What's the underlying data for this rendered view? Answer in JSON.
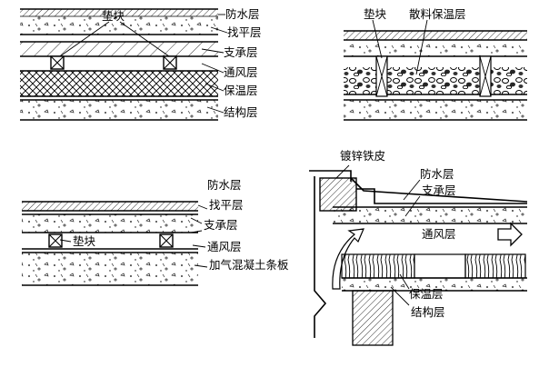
{
  "panel_a": {
    "pad": "垫块",
    "waterproof": "防水层",
    "leveling": "找平层",
    "support": "支承层",
    "ventilation": "通风层",
    "insulation": "保温层",
    "structural": "结构层"
  },
  "panel_b": {
    "pad": "垫块",
    "loose_insulation": "散料保温层"
  },
  "panel_c": {
    "waterproof": "防水层",
    "leveling": "找平层",
    "support": "支承层",
    "pad": "垫块",
    "ventilation": "通风层",
    "slab": "加气混凝土条板"
  },
  "panel_d": {
    "flashing": "镀锌铁皮",
    "waterproof": "防水层",
    "support": "支承层",
    "ventilation": "通风层",
    "insulation": "保温层",
    "structural": "结构层"
  }
}
